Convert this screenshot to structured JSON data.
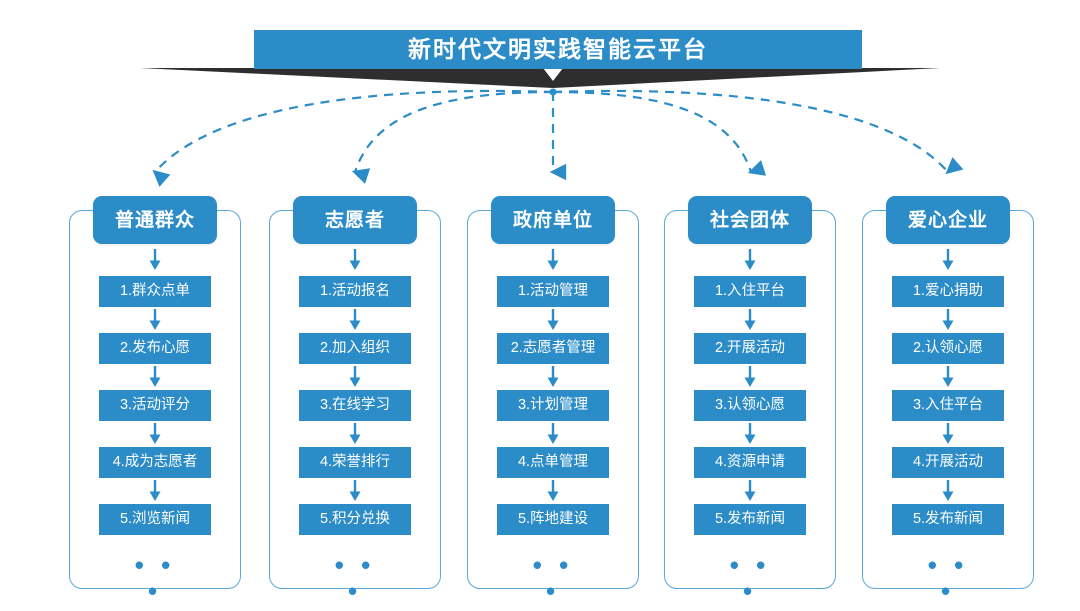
{
  "banner": {
    "title": "新时代文明实践智能云平台",
    "accent_color": "#2b8cc8",
    "ribbon_color": "#2e2e2e",
    "notch_icon": "chevron-down-icon"
  },
  "diagram": {
    "type": "flow-diagram",
    "frame_border_color": "#5aa9d6",
    "ellipsis_text": "• • •",
    "arrow_icon": "arrow-down-icon",
    "connector_style": "dashed-curve",
    "connector_color": "#2b8cc8"
  },
  "columns": [
    {
      "header": "普通群众",
      "items": [
        "1.群众点单",
        "2.发布心愿",
        "3.活动评分",
        "4.成为志愿者",
        "5.浏览新闻"
      ]
    },
    {
      "header": "志愿者",
      "items": [
        "1.活动报名",
        "2.加入组织",
        "3.在线学习",
        "4.荣誉排行",
        "5.积分兑换"
      ]
    },
    {
      "header": "政府单位",
      "items": [
        "1.活动管理",
        "2.志愿者管理",
        "3.计划管理",
        "4.点单管理",
        "5.阵地建设"
      ]
    },
    {
      "header": "社会团体",
      "items": [
        "1.入住平台",
        "2.开展活动",
        "3.认领心愿",
        "4.资源申请",
        "5.发布新闻"
      ]
    },
    {
      "header": "爱心企业",
      "items": [
        "1.爱心捐助",
        "2.认领心愿",
        "3.入住平台",
        "4.开展活动",
        "5.发布新闻"
      ]
    }
  ]
}
